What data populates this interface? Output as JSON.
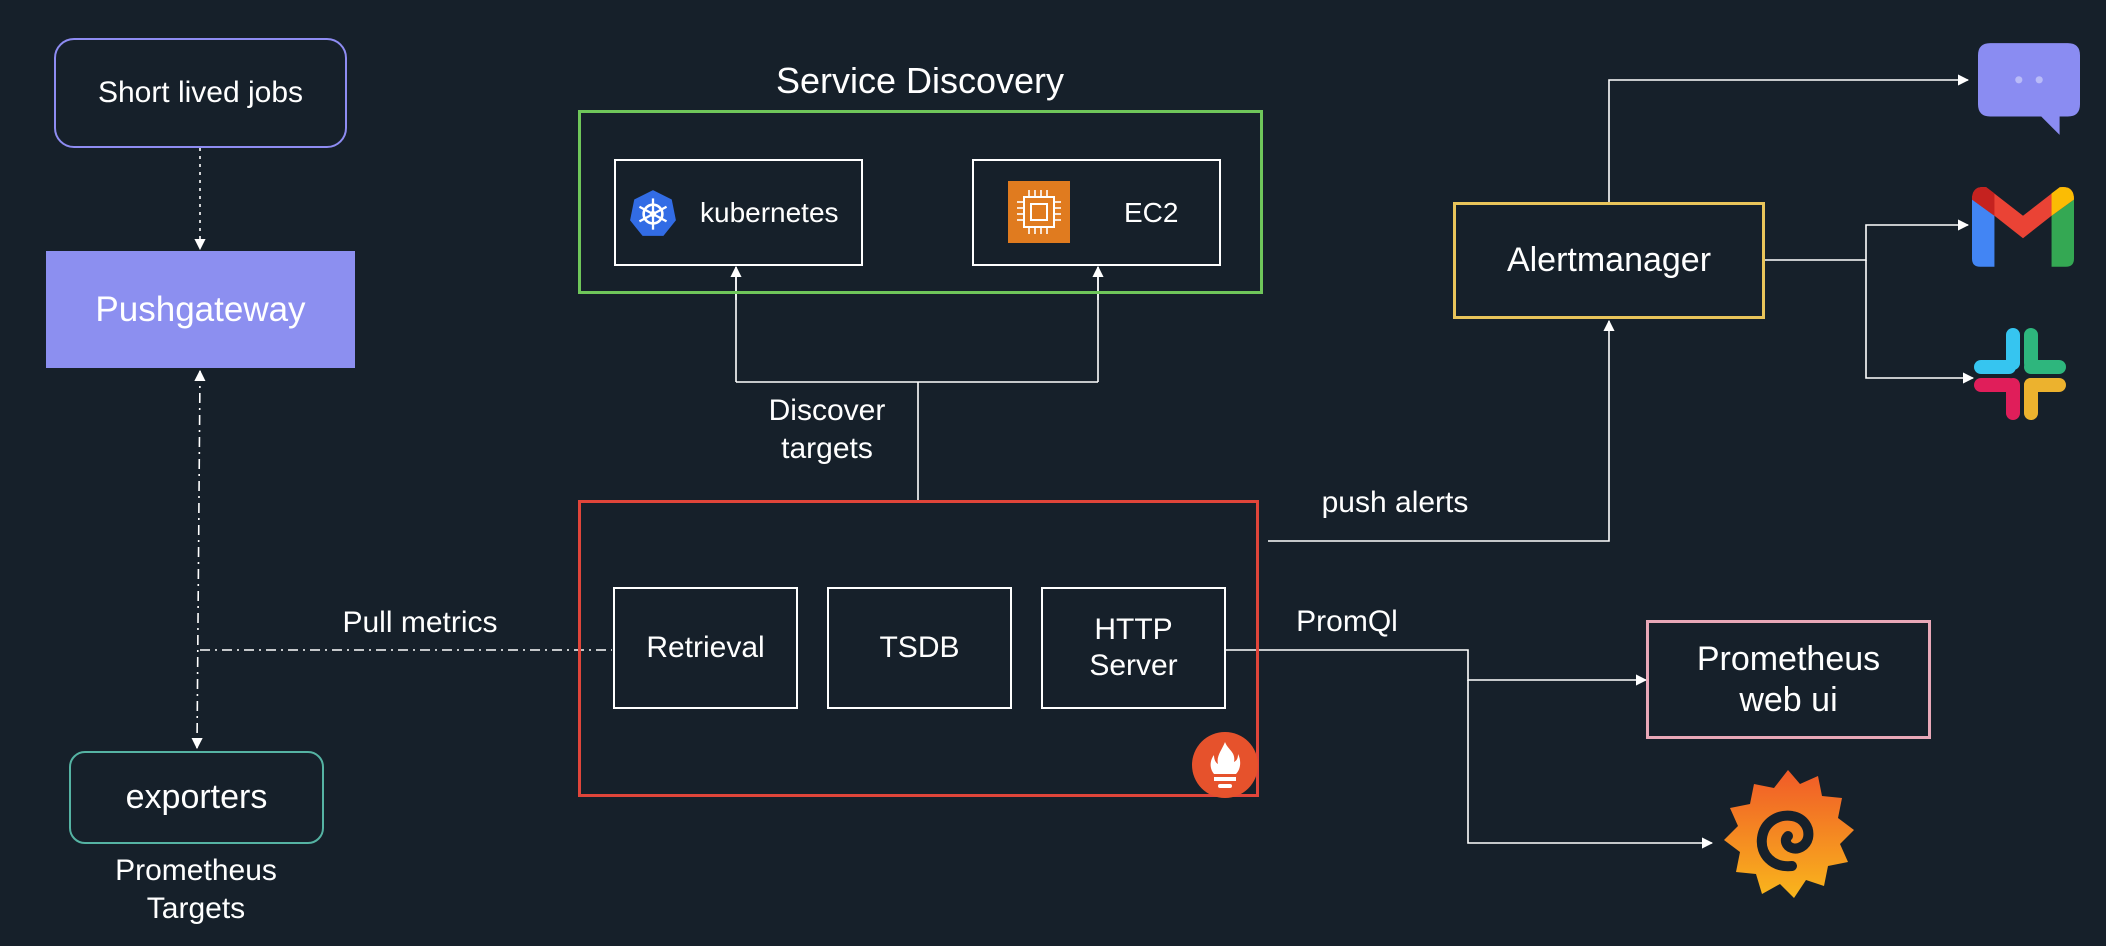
{
  "diagram": {
    "short_lived_jobs": "Short lived jobs",
    "pushgateway": "Pushgateway",
    "exporters": "exporters",
    "prometheus_targets": "Prometheus\nTargets",
    "pull_metrics": "Pull metrics",
    "service_discovery": "Service Discovery",
    "kubernetes": "kubernetes",
    "ec2": "EC2",
    "discover_targets": "Discover\ntargets",
    "retrieval": "Retrieval",
    "tsdb": "TSDB",
    "http_server": "HTTP\nServer",
    "push_alerts": "push alerts",
    "promql": "PromQl",
    "alertmanager": "Alertmanager",
    "prometheus_web_ui": "Prometheus\nweb ui"
  },
  "colors": {
    "background": "#16202a",
    "short_lived_jobs_border": "#8e8cf2",
    "pushgateway_fill": "#8c8ff0",
    "exporters_border": "#55b3a3",
    "service_discovery_border": "#6fc65a",
    "prometheus_server_border": "#e0453a",
    "alertmanager_border": "#e9c45a",
    "web_ui_border": "#e8a8b8",
    "edge": "#ffffff"
  },
  "icons": {
    "kubernetes": "kubernetes-logo-icon",
    "ec2": "aws-ec2-chip-icon",
    "prometheus": "prometheus-flame-icon",
    "chat": "chat-bubble-icon",
    "gmail": "gmail-icon",
    "slack": "slack-icon",
    "grafana": "grafana-icon"
  }
}
